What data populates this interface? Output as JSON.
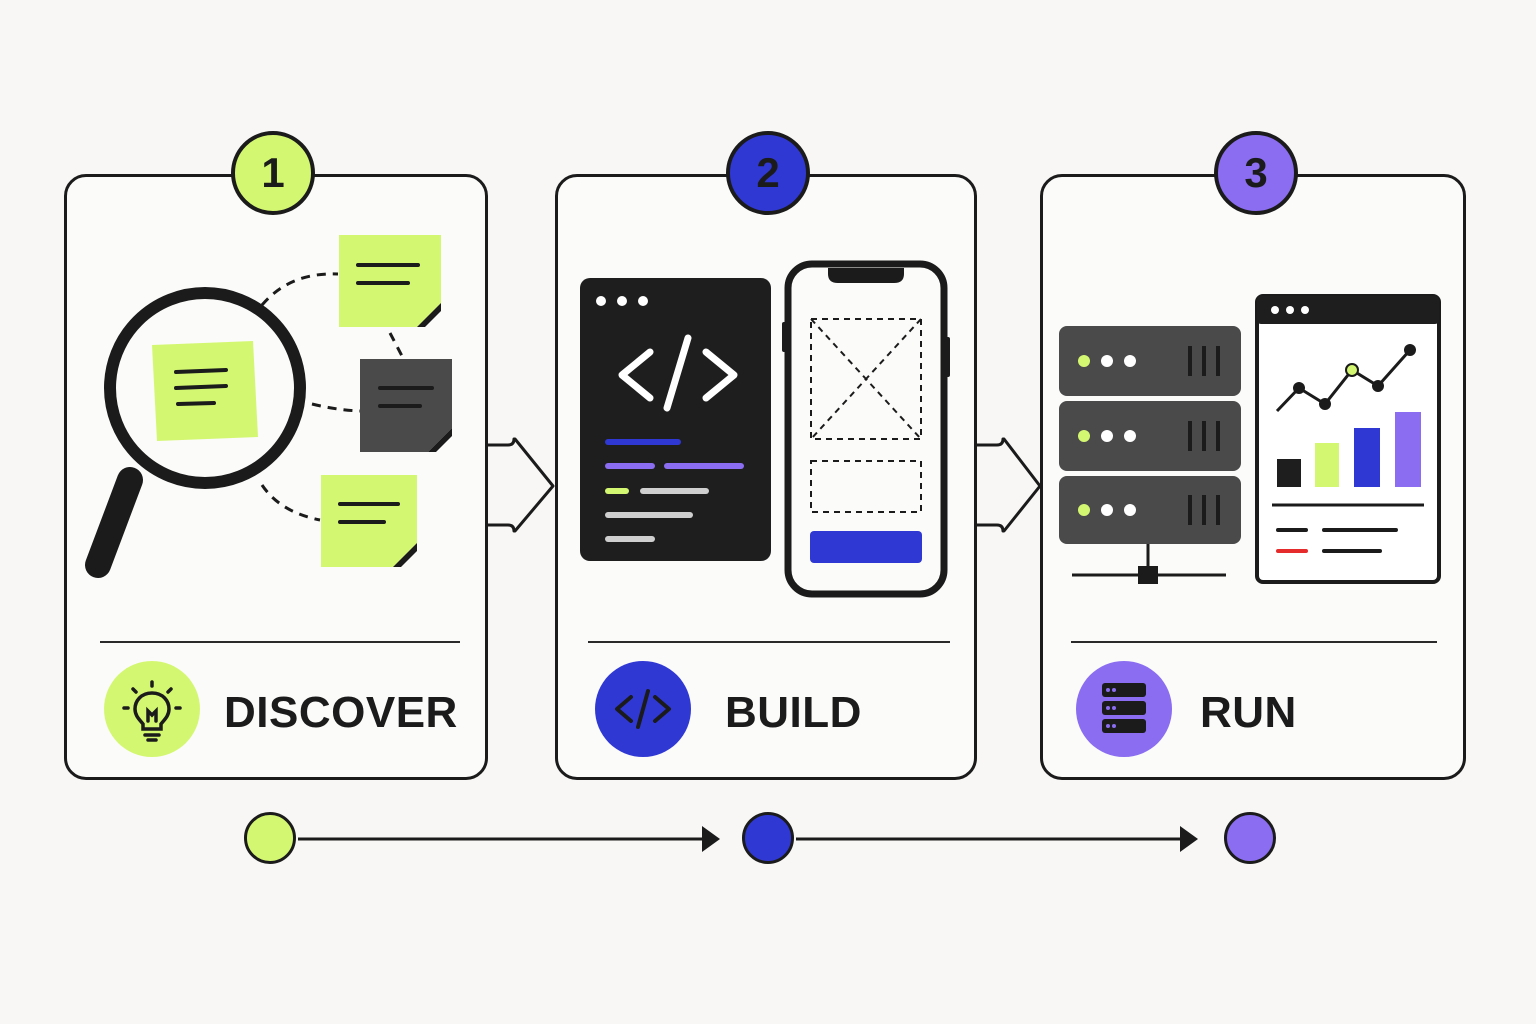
{
  "steps": [
    {
      "number": "1",
      "title": "DISCOVER",
      "icon": "lightbulb-icon",
      "color": "#d4f772"
    },
    {
      "number": "2",
      "title": "BUILD",
      "icon": "code-brackets-icon",
      "color": "#3038d4"
    },
    {
      "number": "3",
      "title": "RUN",
      "icon": "server-stack-icon",
      "color": "#8a6df0"
    }
  ],
  "colors": {
    "lime": "#d4f772",
    "blue": "#3038d4",
    "purple": "#8a6df0",
    "ink": "#1b1b1b",
    "dark_panel": "#1e1e1e",
    "server_gray": "#4a4a4a",
    "alert_red": "#e52b2b"
  },
  "illustrations": {
    "discover": "magnifier-icon with sticky-notes",
    "build": "code-editor and mobile-wireframe",
    "run": "server-rack and analytics-dashboard"
  },
  "code_editor": {
    "symbol": "</>"
  }
}
